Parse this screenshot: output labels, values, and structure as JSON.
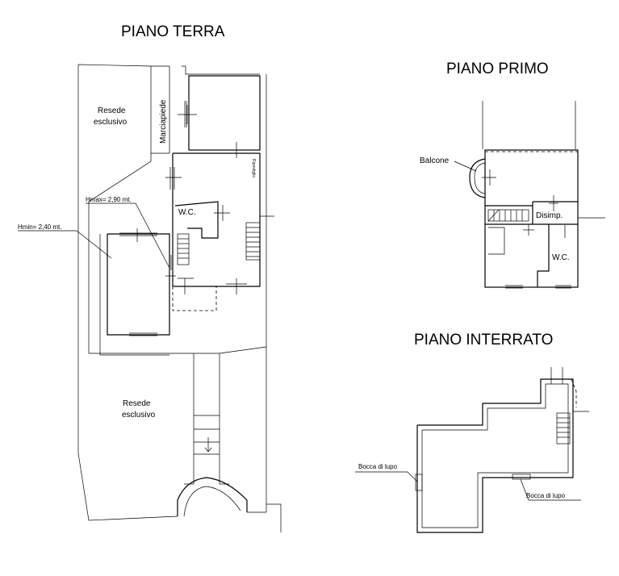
{
  "plans": {
    "ground": {
      "title": "PIANO TERRA",
      "labels": {
        "resede_top_1": "Resede",
        "resede_top_2": "esclusivo",
        "marciapiede": "Marciapiede",
        "hmax": "Hmax= 2,90 mt.",
        "hmin": "Hmin= 2,40 mt.",
        "wc": "W.C.",
        "ripostiglio": "Ripostiglio",
        "resede_bottom_1": "Resede",
        "resede_bottom_2": "esclusivo"
      }
    },
    "first": {
      "title": "PIANO PRIMO",
      "labels": {
        "balcone": "Balcone",
        "disimp": "Disimp.",
        "wc": "W.C."
      }
    },
    "basement": {
      "title": "PIANO INTERRATO",
      "labels": {
        "bocca_left": "Bocca di lupo",
        "bocca_right": "Bocca di lupo"
      }
    }
  }
}
